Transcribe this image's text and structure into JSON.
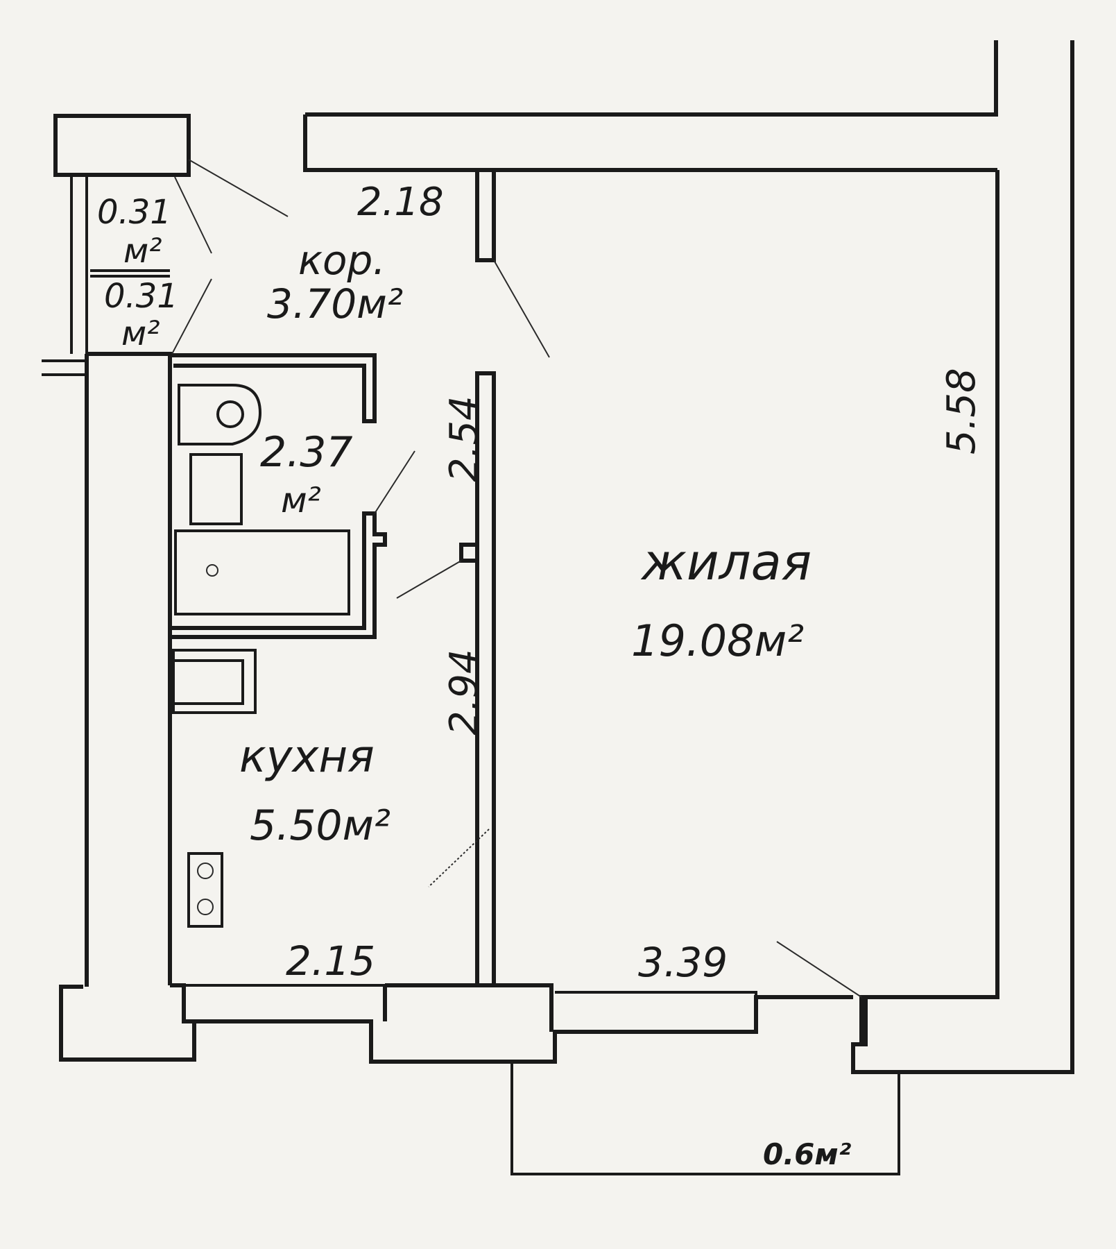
{
  "rooms": {
    "corridor": {
      "name": "кор.",
      "area": "3.70м²"
    },
    "closet_top": {
      "area": "0.31",
      "unit": "м²"
    },
    "closet_bottom": {
      "area": "0.31",
      "unit": "м²"
    },
    "bathroom": {
      "area": "2.37",
      "unit": "м²"
    },
    "living": {
      "name": "жилая",
      "area": "19.08м²"
    },
    "kitchen": {
      "name": "кухня",
      "area": "5.50м²"
    },
    "balcony": {
      "area": "0.6м²"
    }
  },
  "dimensions": {
    "corridor_width": "2.18",
    "bath_wall": "2.54",
    "kitchen_wall": "2.94",
    "kitchen_width": "2.15",
    "living_width": "3.39",
    "living_length": "5.58"
  },
  "colors": {
    "background": "#f4f3ef",
    "ink": "#1a1a1a"
  }
}
